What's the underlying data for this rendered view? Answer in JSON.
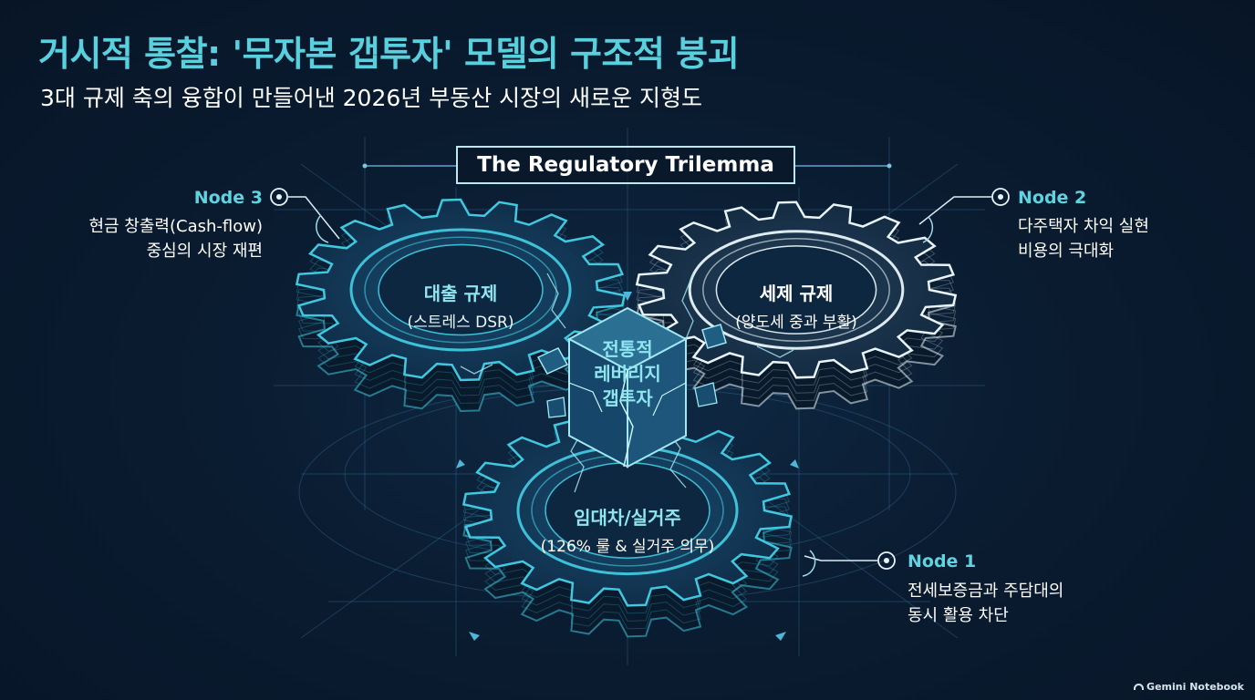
{
  "header": {
    "title": "거시적 통찰: '무자본 갭투자' 모델의 구조적 붕괴",
    "subtitle": "3대 규제 축의 융합이 만들어낸 2026년 부동산 시장의 새로운 지형도"
  },
  "diagram": {
    "title": "The Regulatory Trilemma",
    "center_label_lines": [
      "전통적",
      "레버리지",
      "갭투자"
    ],
    "gears": {
      "loan": {
        "name": "대출 규제",
        "sub": "(스트레스 DSR)"
      },
      "tax": {
        "name": "세제 규제",
        "sub": "(양도세 중과 부활)"
      },
      "lease": {
        "name": "임대차/실거주",
        "sub": "(126% 룰 & 실거주 의무)"
      }
    },
    "nodes": {
      "node3": {
        "title": "Node 3",
        "lines": [
          "현금 창출력(Cash-flow)",
          "중심의 시장 재편"
        ]
      },
      "node2": {
        "title": "Node 2",
        "lines": [
          "다주택자 차익 실현",
          "비용의 극대화"
        ]
      },
      "node1": {
        "title": "Node 1",
        "lines": [
          "전세보증금과 주담대의",
          "동시 활용 차단"
        ]
      }
    }
  },
  "colors": {
    "background": "#0a1c31",
    "accent": "#58d0de",
    "gear_blue": "#3fc8e0",
    "gear_white": "#e8f4f8"
  },
  "footer": {
    "watermark": "Gemini Notebook"
  }
}
